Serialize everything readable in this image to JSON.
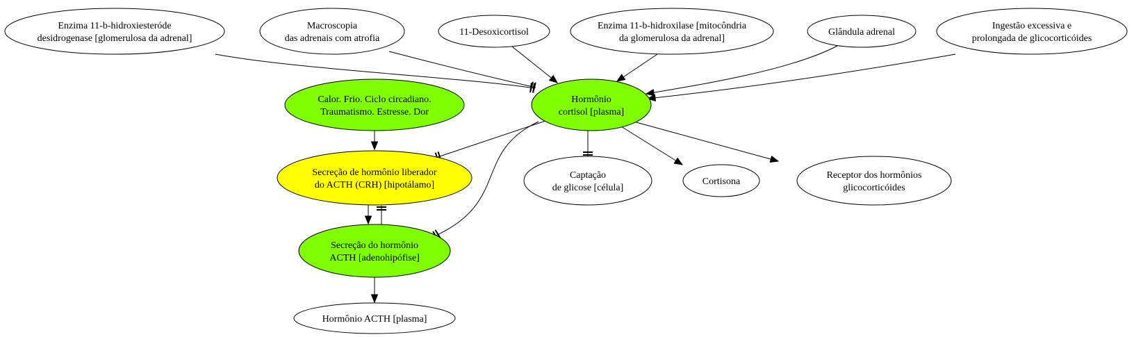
{
  "colors": {
    "green": "#7fff00",
    "yellow": "#ffff00",
    "white": "#ffffff",
    "stroke": "#000000"
  },
  "nodes": [
    {
      "id": "enzima_11b_hsd",
      "lines": [
        "Enzima 11-b-hidroxiesteróde",
        "desidrogenase [glomerulosa da adrenal]"
      ],
      "fill": "white"
    },
    {
      "id": "macroscopia",
      "lines": [
        "Macroscopia",
        "das adrenais com atrofia"
      ],
      "fill": "white"
    },
    {
      "id": "desoxicortisol",
      "lines": [
        "11-Desoxicortisol"
      ],
      "fill": "white"
    },
    {
      "id": "enzima_11b_hidroxilase",
      "lines": [
        "Enzima 11-b-hidroxilase [mitocôndria",
        "da glomerulosa da adrenal]"
      ],
      "fill": "white"
    },
    {
      "id": "glandula_adrenal",
      "lines": [
        "Glândula adrenal"
      ],
      "fill": "white"
    },
    {
      "id": "ingestao",
      "lines": [
        "Ingestão excessiva e",
        "prolongada de glicocorticóides"
      ],
      "fill": "white"
    },
    {
      "id": "cortisol",
      "lines": [
        "Hormônio",
        "cortisol [plasma]"
      ],
      "fill": "green"
    },
    {
      "id": "estimulos",
      "lines": [
        "Calor. Frio. Ciclo circadiano.",
        "Traumatismo. Estresse. Dor"
      ],
      "fill": "green"
    },
    {
      "id": "crh",
      "lines": [
        "Secreção de hormônio liberador",
        "do ACTH (CRH) [hipotálamo]"
      ],
      "fill": "yellow"
    },
    {
      "id": "captacao",
      "lines": [
        "Captação",
        "de glicose [célula]"
      ],
      "fill": "white"
    },
    {
      "id": "cortisona",
      "lines": [
        "Cortisona"
      ],
      "fill": "white"
    },
    {
      "id": "receptor",
      "lines": [
        "Receptor dos hormônios",
        "glicocorticóides"
      ],
      "fill": "white"
    },
    {
      "id": "acth_sec",
      "lines": [
        "Secreção do hormônio",
        "ACTH [adenohipófise]"
      ],
      "fill": "green"
    },
    {
      "id": "acth_plasma",
      "lines": [
        "Hormônio ACTH [plasma]"
      ],
      "fill": "white"
    }
  ],
  "edges": [
    {
      "from": "enzima_11b_hsd",
      "to": "cortisol",
      "type": "inhibit"
    },
    {
      "from": "macroscopia",
      "to": "cortisol",
      "type": "inhibit"
    },
    {
      "from": "desoxicortisol",
      "to": "cortisol",
      "type": "arrow"
    },
    {
      "from": "enzima_11b_hidroxilase",
      "to": "cortisol",
      "type": "arrow"
    },
    {
      "from": "glandula_adrenal",
      "to": "cortisol",
      "type": "arrow"
    },
    {
      "from": "ingestao",
      "to": "cortisol",
      "type": "arrow"
    },
    {
      "from": "estimulos",
      "to": "crh",
      "type": "arrow"
    },
    {
      "from": "cortisol",
      "to": "crh",
      "type": "inhibit"
    },
    {
      "from": "cortisol",
      "to": "acth_sec",
      "type": "inhibit"
    },
    {
      "from": "cortisol",
      "to": "captacao",
      "type": "inhibit"
    },
    {
      "from": "cortisol",
      "to": "cortisona",
      "type": "arrow"
    },
    {
      "from": "cortisol",
      "to": "receptor",
      "type": "arrow"
    },
    {
      "from": "crh",
      "to": "acth_sec",
      "type": "arrow"
    },
    {
      "from": "acth_sec",
      "to": "crh",
      "type": "inhibit"
    },
    {
      "from": "acth_sec",
      "to": "acth_plasma",
      "type": "arrow"
    }
  ]
}
